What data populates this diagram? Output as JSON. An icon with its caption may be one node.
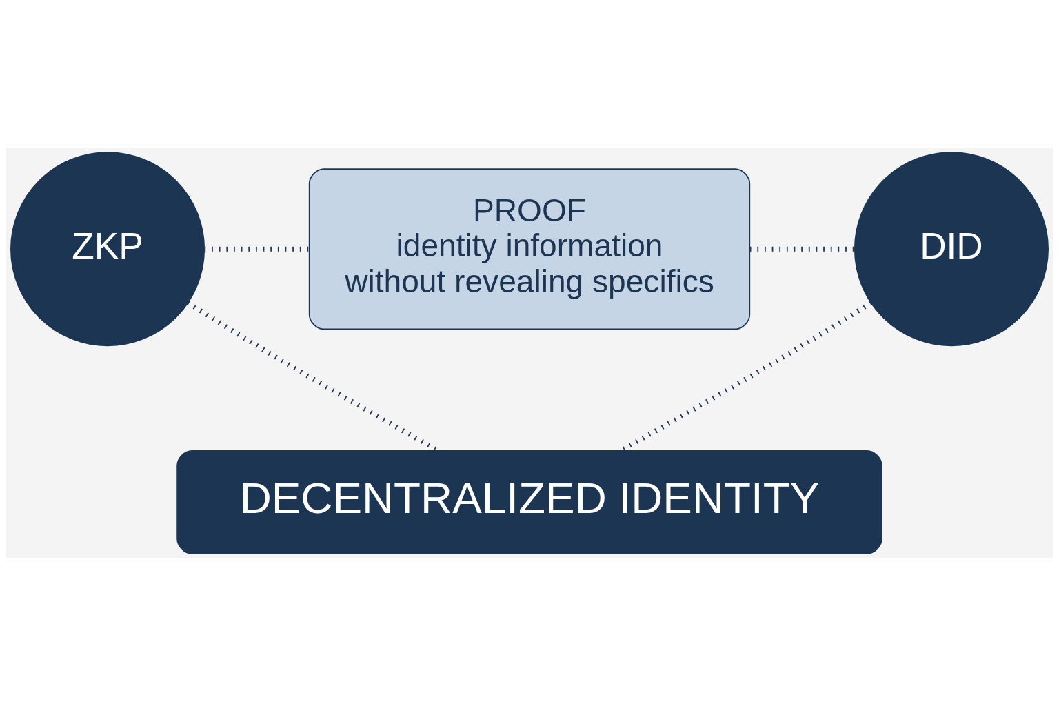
{
  "diagram": {
    "nodes": [
      {
        "text": [
          "ZKP"
        ]
      },
      {
        "text": [
          "PROOF",
          "identity information",
          "without revealing specifics"
        ]
      },
      {
        "text": [
          "DID"
        ]
      },
      {
        "text": [
          "DECENTRALIZED IDENTITY"
        ]
      }
    ],
    "edges": [
      {
        "from": 0,
        "to": 1,
        "arrow": "none",
        "style": "dashed"
      },
      {
        "from": 1,
        "to": 2,
        "arrow": "none",
        "style": "dashed"
      },
      {
        "from": 0,
        "to": 3,
        "arrow": "none",
        "style": "dashed"
      },
      {
        "from": 2,
        "to": 3,
        "arrow": "none",
        "style": "dashed"
      }
    ]
  }
}
